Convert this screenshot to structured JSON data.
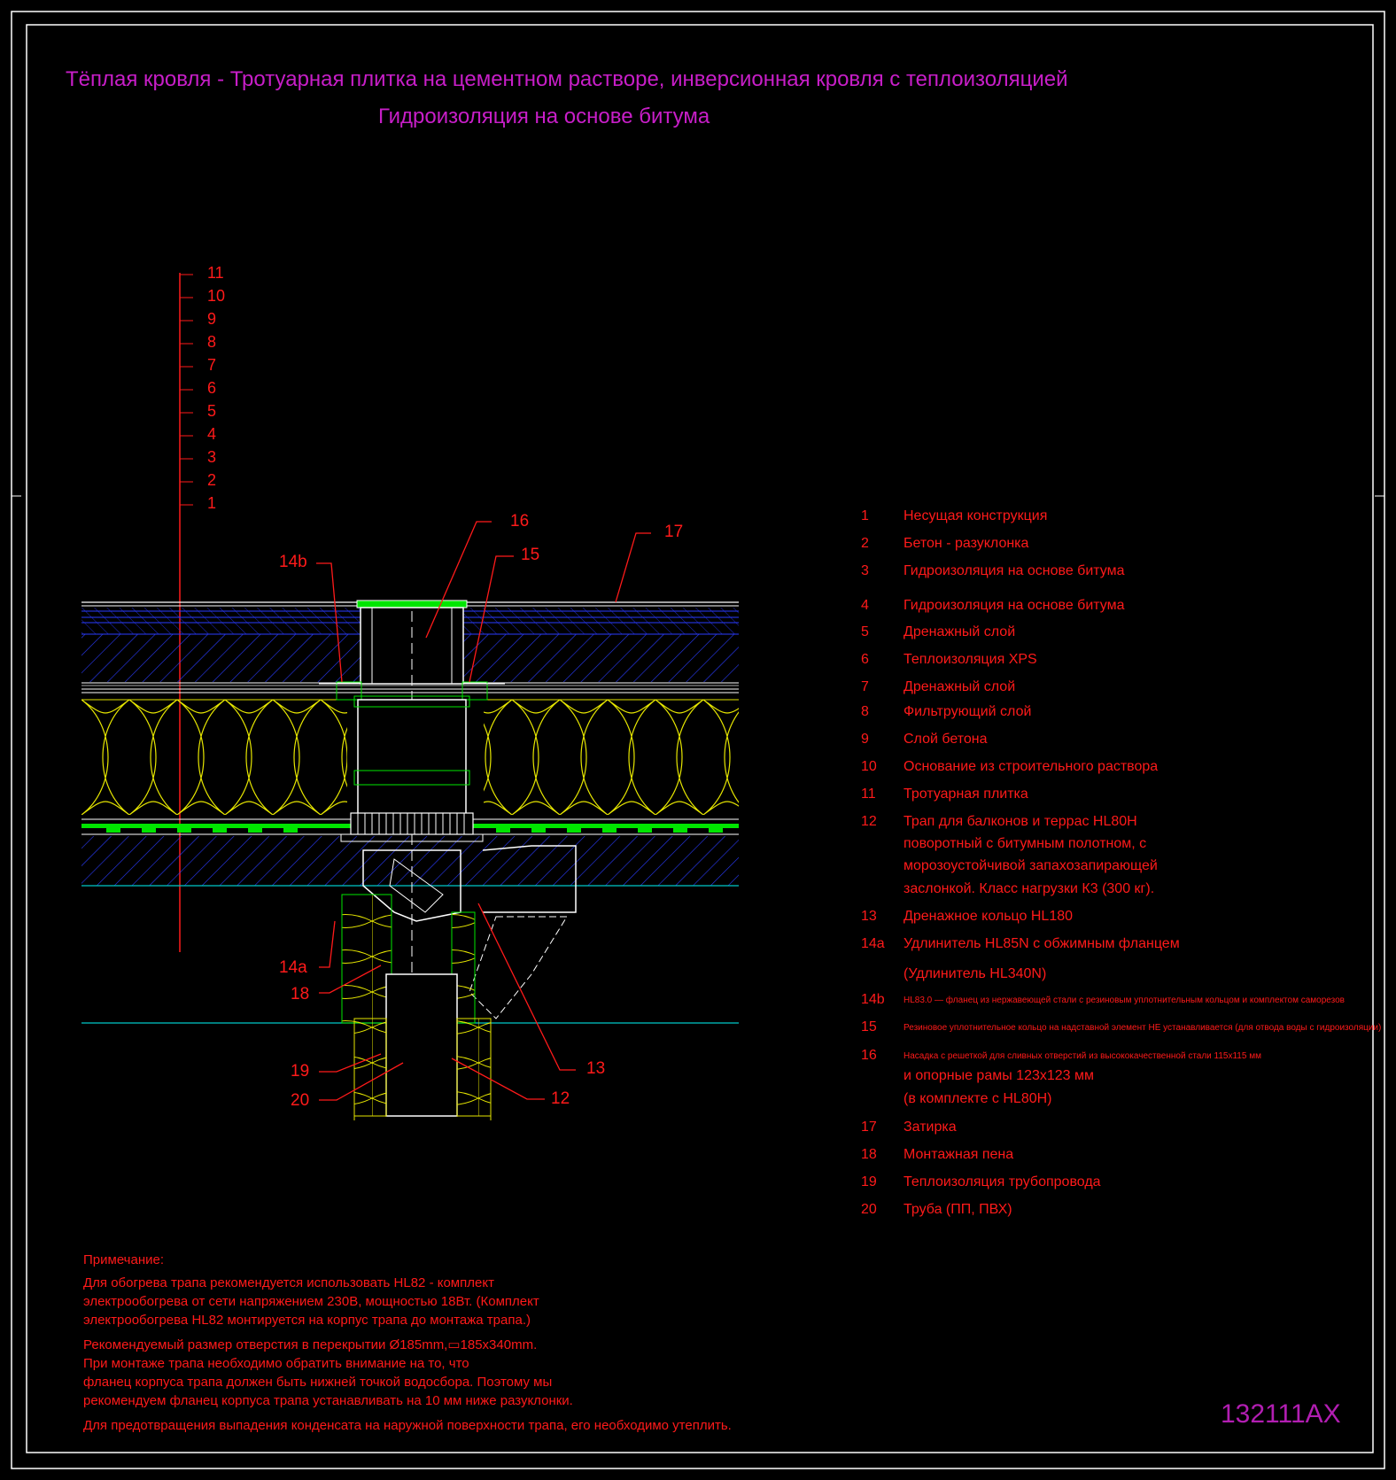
{
  "title": {
    "line1": "Тёплая кровля - Тротуарная плитка на цементном растворе, инверсионная кровля с теплоизоляцией",
    "line2": "Гидроизоляция на основе битума"
  },
  "layer_scale": [
    "11",
    "10",
    "9",
    "8",
    "7",
    "6",
    "5",
    "4",
    "3",
    "2",
    "1"
  ],
  "callouts": {
    "c16": "16",
    "c15": "15",
    "c17": "17",
    "c14b": "14b",
    "c14a": "14a",
    "c18": "18",
    "c19": "19",
    "c20": "20",
    "c13": "13",
    "c12": "12"
  },
  "legend": [
    {
      "num": "1",
      "text": "Несущая конструкция"
    },
    {
      "num": "2",
      "text": "Бетон - разуклонка"
    },
    {
      "num": "3",
      "text": "Гидроизоляция на основе битума"
    },
    {
      "num": "4",
      "text": "Гидроизоляция на основе битума"
    },
    {
      "num": "5",
      "text": "Дренажный слой"
    },
    {
      "num": "6",
      "text": "Теплоизоляция XPS"
    },
    {
      "num": "7",
      "text": "Дренажный слой"
    },
    {
      "num": "8",
      "text": "Фильтрующий слой"
    },
    {
      "num": "9",
      "text": "Слой бетона"
    },
    {
      "num": "10",
      "text": "Основание из строительного раствора"
    },
    {
      "num": "11",
      "text": "Тротуарная плитка"
    },
    {
      "num": "12",
      "text": "Трап для балконов и террас HL80H"
    },
    {
      "num": "",
      "text": "поворотный  с битумным полотном, с"
    },
    {
      "num": "",
      "text": "морозоустойчивой запахозапирающей"
    },
    {
      "num": "",
      "text": "заслонкой. Класс нагрузки К3 (300 кг)."
    },
    {
      "num": "13",
      "text": "Дренажное кольцо HL180"
    },
    {
      "num": "14a",
      "text": "Удлинитель HL85N с обжимным фланцем"
    },
    {
      "num": "",
      "text": "(Удлинитель HL340N)"
    },
    {
      "num": "14b",
      "text": "HL83.0 — фланец из нержавеющей стали с резиновым уплотнительным кольцом и комплектом саморезов"
    },
    {
      "num": "15",
      "text": "Резиновое уплотнительное кольцо на надставной элемент НЕ устанавливается (для отвода воды с гидроизоляции)"
    },
    {
      "num": "16",
      "text": "Насадка с решеткой для сливных отверстий из высококачественной стали 115х115 мм"
    },
    {
      "num": "",
      "text": "и опорные рамы 123х123 мм"
    },
    {
      "num": "",
      "text": "(в комплекте с HL80H)"
    },
    {
      "num": "17",
      "text": "Затирка"
    },
    {
      "num": "18",
      "text": "Монтажная пена"
    },
    {
      "num": "19",
      "text": "Теплоизоляция трубопровода"
    },
    {
      "num": "20",
      "text": "Труба (ПП, ПВХ)"
    }
  ],
  "notes": {
    "heading": "Примечание:",
    "lines": [
      "Для обогрева трапа рекомендуется использовать HL82 - комплект",
      "электрообогрева от сети напряжением 230В, мощностью 18Вт. (Комплект",
      "электрообогрева HL82 монтируется на корпус трапа до монтажа трапа.)",
      "Рекомендуемый размер отверстия в перекрытии Ø185mm,▭185х340mm.",
      "При монтаже трапа необходимо обратить внимание на то, что",
      "фланец корпуса трапа должен быть нижней точкой водосбора. Поэтому мы",
      "рекомендуем фланец корпуса трапа устанавливать на 10 мм ниже разуклонки.",
      "Для предотвращения выпадения конденсата на наружной поверхности трапа, его необходимо утеплить."
    ]
  },
  "drawing_code": "132111AX",
  "colors": {
    "background": "#000000",
    "frame": "#ffffff",
    "title": "#c81ec8",
    "labels": "#ff1a1a",
    "hatch_blue": "#2a3cff",
    "insulation": "#e6e600",
    "membrane": "#00e600",
    "cyan": "#00c8c8"
  }
}
